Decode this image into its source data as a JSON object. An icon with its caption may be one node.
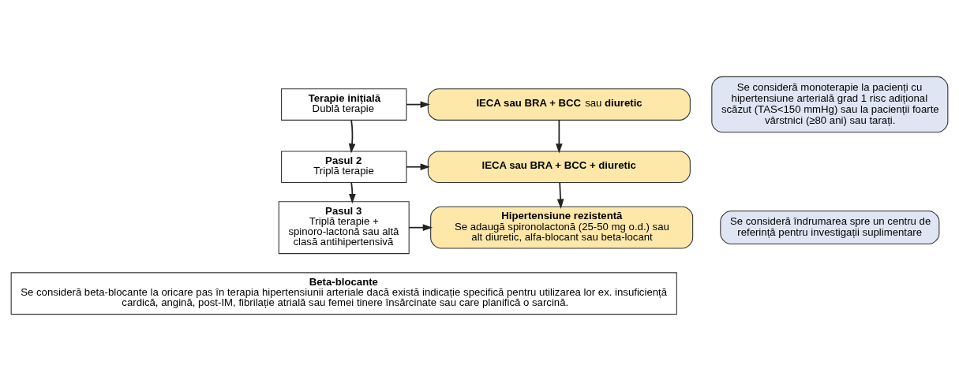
{
  "diagram": {
    "nodes": [
      {
        "text": [
          "Terapie inițială",
          "Dublă terapie"
        ]
      },
      {
        "text": [
          "**IECA sau BRA + BCC** sau **diuretic**"
        ]
      },
      {
        "text": [
          "Se consideră monoterapie la pacienți cu hipertensiune arterială grad 1 risc adițional scăzut (TAS<150 mmHg) sau la pacienții foarte vârstnici (≥80 ani) sau tarați."
        ]
      },
      {
        "text": [
          "Pasul 2",
          "Triplă terapie"
        ]
      },
      {
        "text": [
          "IECA sau BRA + BCC + diuretic"
        ]
      },
      {
        "text": [
          "Pasul 3",
          "Triplă terapie + spinoro-lactonă sau altă clasă antihipertensivă"
        ]
      },
      {
        "text": [
          "Hipertensiune rezistentă",
          "Se adaugă spironolactonă (25-50 mg o.d.) sau alt diuretic, alfa-blocant sau beta-locant"
        ]
      },
      {
        "text": [
          "Se consideră îndrumarea spre un centru de referință pentru investigații suplimentare"
        ]
      },
      {
        "text": [
          "Beta-blocante",
          "Se consideră beta-blocante la oricare pas în terapia hipertensiunii arteriale dacă există indicație specifică pentru utilizarea lor ex. insuficiență cardică, angină, post-IM, fibrilație atrială sau femei tinere însărcinate sau care planifică o sarcină."
        ]
      }
    ],
    "edges": [
      {
        "from": 0,
        "to": 1,
        "arrow": "to"
      },
      {
        "from": 0,
        "to": 3,
        "arrow": "to"
      },
      {
        "from": 1,
        "to": 4,
        "arrow": "to"
      },
      {
        "from": 3,
        "to": 4,
        "arrow": "to"
      },
      {
        "from": 3,
        "to": 5,
        "arrow": "to"
      },
      {
        "from": 4,
        "to": 6,
        "arrow": "to"
      },
      {
        "from": 5,
        "to": 6,
        "arrow": "to"
      }
    ]
  }
}
